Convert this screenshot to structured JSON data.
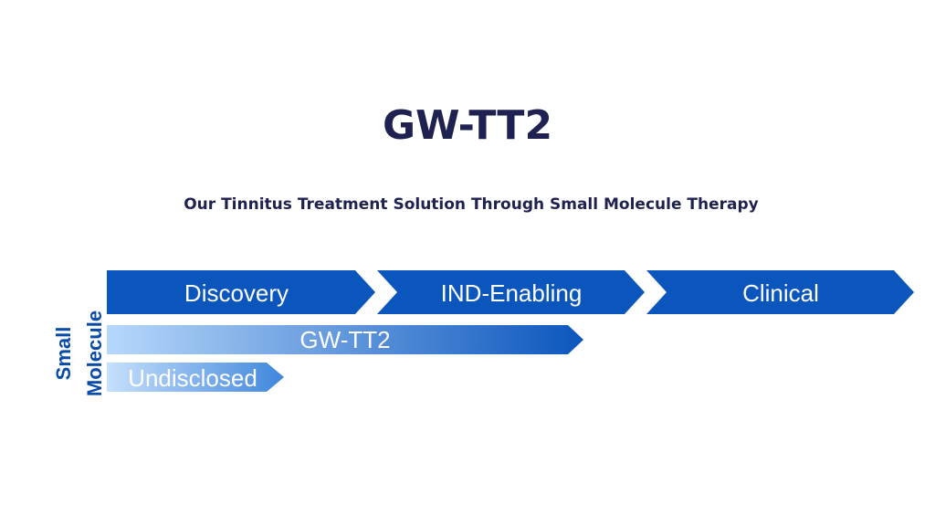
{
  "title": "GW-TT2",
  "subtitle": "Our Tinnitus Treatment Solution Through Small Molecule Therapy",
  "pipeline": {
    "row_label_line1": "Small",
    "row_label_line2": "Molecule",
    "stages": [
      "Discovery",
      "IND-Enabling",
      "Clinical"
    ],
    "programs": [
      {
        "name": "GW-TT2"
      },
      {
        "name": "Undisclosed"
      }
    ],
    "colors": {
      "stage_fill": "#0b56bd",
      "label_color": "#0a4ba8",
      "gradient_start": "#b7d8fb",
      "gradient_end": "#0b56bd",
      "title_color": "#1f2150"
    }
  }
}
